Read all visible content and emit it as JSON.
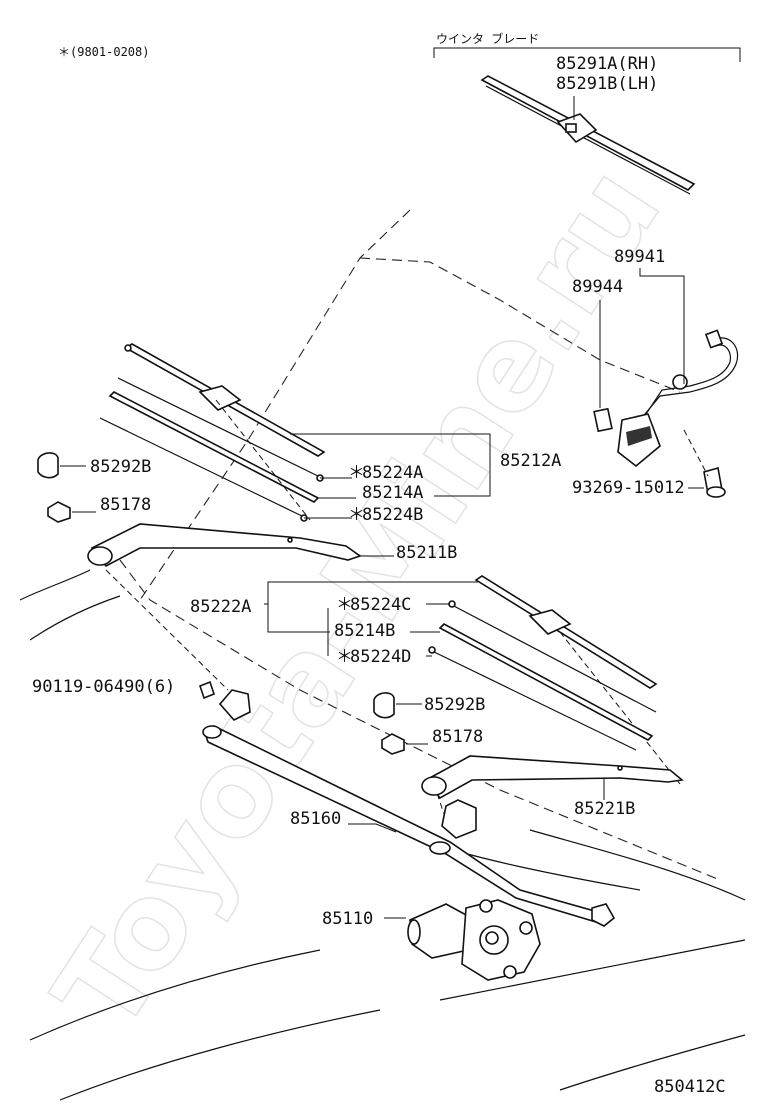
{
  "note": "＊(9801-0208)",
  "blade_header": "ウインタ ブレード",
  "watermark": "Toyota-Mine.ru",
  "diagram_code": "850412C",
  "star": "＊",
  "parts": {
    "p85291A": "85291A(RH)",
    "p85291B": "85291B(LH)",
    "p89941": "89941",
    "p89944": "89944",
    "p93269": "93269-15012",
    "p85292B_1": "85292B",
    "p85178_1": "85178",
    "p85224A": "85224A",
    "p85214A": "85214A",
    "p85224B": "85224B",
    "p85212A": "85212A",
    "p85211B": "85211B",
    "p85222A": "85222A",
    "p85224C": "85224C",
    "p85214B": "85214B",
    "p85224D": "85224D",
    "p90119": "90119-06490(6)",
    "p85292B_2": "85292B",
    "p85178_2": "85178",
    "p85221B": "85221B",
    "p85160": "85160",
    "p85110": "85110"
  }
}
